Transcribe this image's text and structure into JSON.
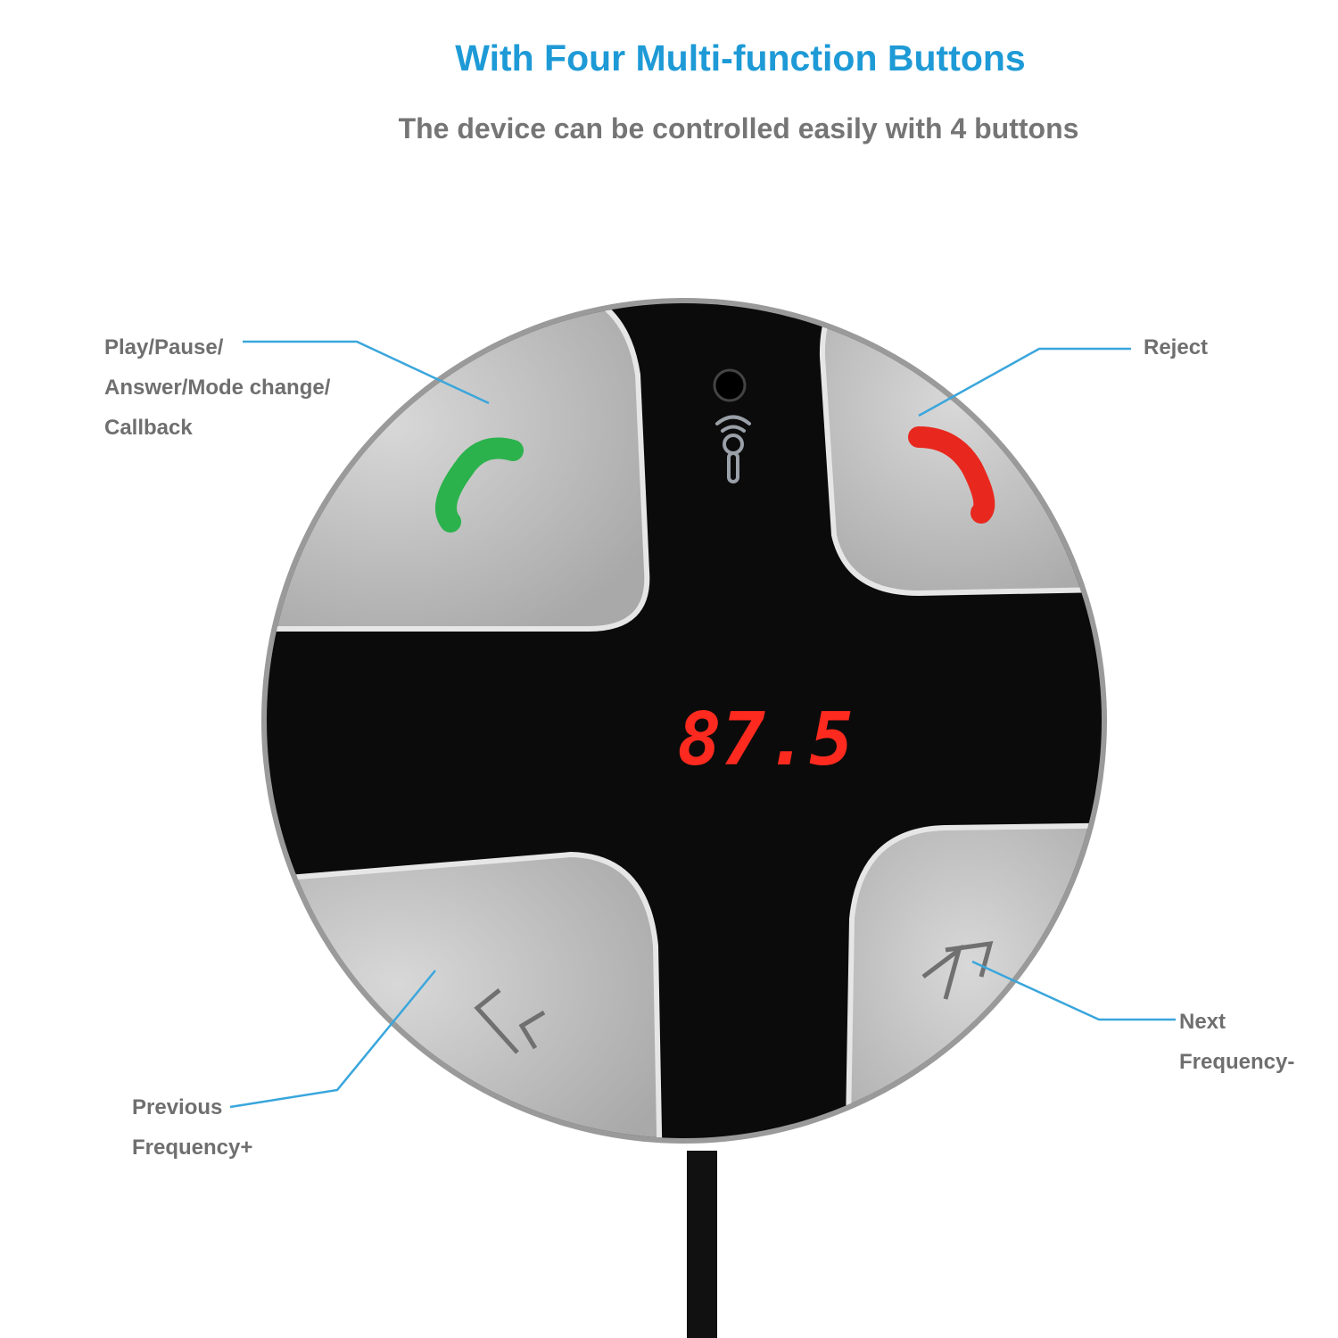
{
  "header": {
    "title": "With Four Multi-function Buttons",
    "subtitle": "The device can be controlled easily with 4 buttons"
  },
  "callouts": {
    "top_left": [
      "Play/Pause/",
      "Answer/Mode change/",
      "Callback"
    ],
    "top_right": [
      "Reject"
    ],
    "bottom_left": [
      "Previous",
      "Frequency+"
    ],
    "bottom_right": [
      "Next",
      "Frequency-"
    ]
  },
  "device": {
    "display_frequency": "87.5",
    "colors": {
      "accent": "#1e9ad6",
      "answer": "#2bb24c",
      "reject": "#e8281e",
      "display": "#ff2a1f",
      "body": "#0b0b0b",
      "button": "#c9c9c9"
    }
  },
  "icons": [
    "phone-answer-icon",
    "phone-reject-icon",
    "microphone-icon",
    "previous-chevrons-icon",
    "next-chevrons-icon"
  ]
}
